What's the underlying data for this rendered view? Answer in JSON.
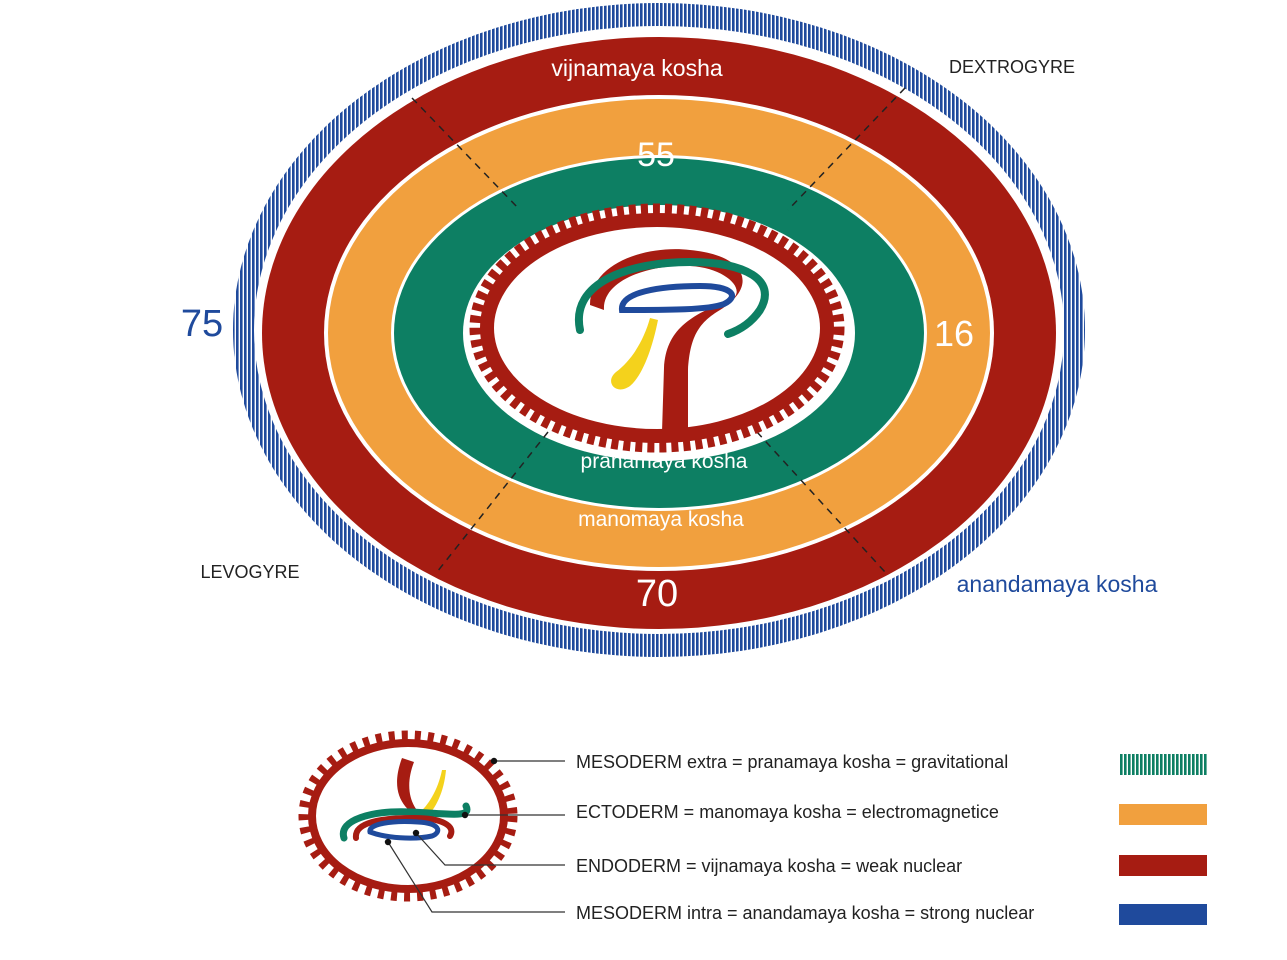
{
  "colors": {
    "blue": "#1f4a9c",
    "red": "#a61c12",
    "orange": "#f1a03e",
    "green": "#0d7f63",
    "yellow": "#f4d21c",
    "text_dark": "#222222",
    "label_blue": "#1f4a9c"
  },
  "labels": {
    "vijnamaya": "vijnamaya kosha",
    "pranamaya": "pranamaya kosha",
    "manomaya": "manomaya kosha",
    "anandamaya": "anandamaya kosha",
    "dextrogyre": "DEXTROGYRE",
    "levogyre": "LEVOGYRE",
    "num_top": "55",
    "num_left": "75",
    "num_right": "16",
    "num_bottom": "70"
  },
  "legend": [
    {
      "text": "MESODERM extra  =  pranamaya kosha = gravitational",
      "swatch": "green"
    },
    {
      "text": "ECTODERM  =  manomaya kosha = electromagnetice",
      "swatch": "orange"
    },
    {
      "text": "ENDODERM  =  vijnamaya kosha = weak nuclear",
      "swatch": "red"
    },
    {
      "text": "MESODERM intra  =  anandamaya kosha = strong nuclear",
      "swatch": "blue"
    }
  ]
}
